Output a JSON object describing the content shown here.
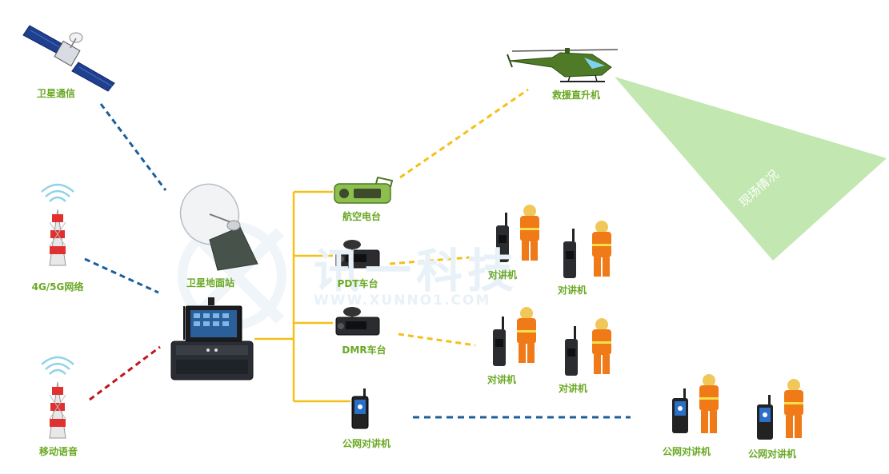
{
  "watermark": {
    "brand": "讯一科技",
    "url": "WWW.XUNNO1.COM"
  },
  "nodes": {
    "satellite": "卫星通信",
    "network": "4G/5G网络",
    "mobile_voice": "移动语音",
    "ground_station": "卫星地面站",
    "aviation_radio": "航空电台",
    "helicopter": "救援直升机",
    "scene": "现场情况",
    "pdt_radio": "PDT车台",
    "dmr_radio": "DMR车台",
    "public_walkie": "公网对讲机",
    "walkie_1": "对讲机",
    "walkie_2": "对讲机",
    "walkie_3": "对讲机",
    "walkie_4": "对讲机",
    "public_walkie_2": "公网对讲机",
    "public_walkie_3": "公网对讲机"
  },
  "colors": {
    "label_green": "#6aa823",
    "link_blue": "#1b5e9c",
    "link_yellow": "#f5c019",
    "link_red": "#c0151b",
    "beam_green": "#b7e3a2"
  }
}
